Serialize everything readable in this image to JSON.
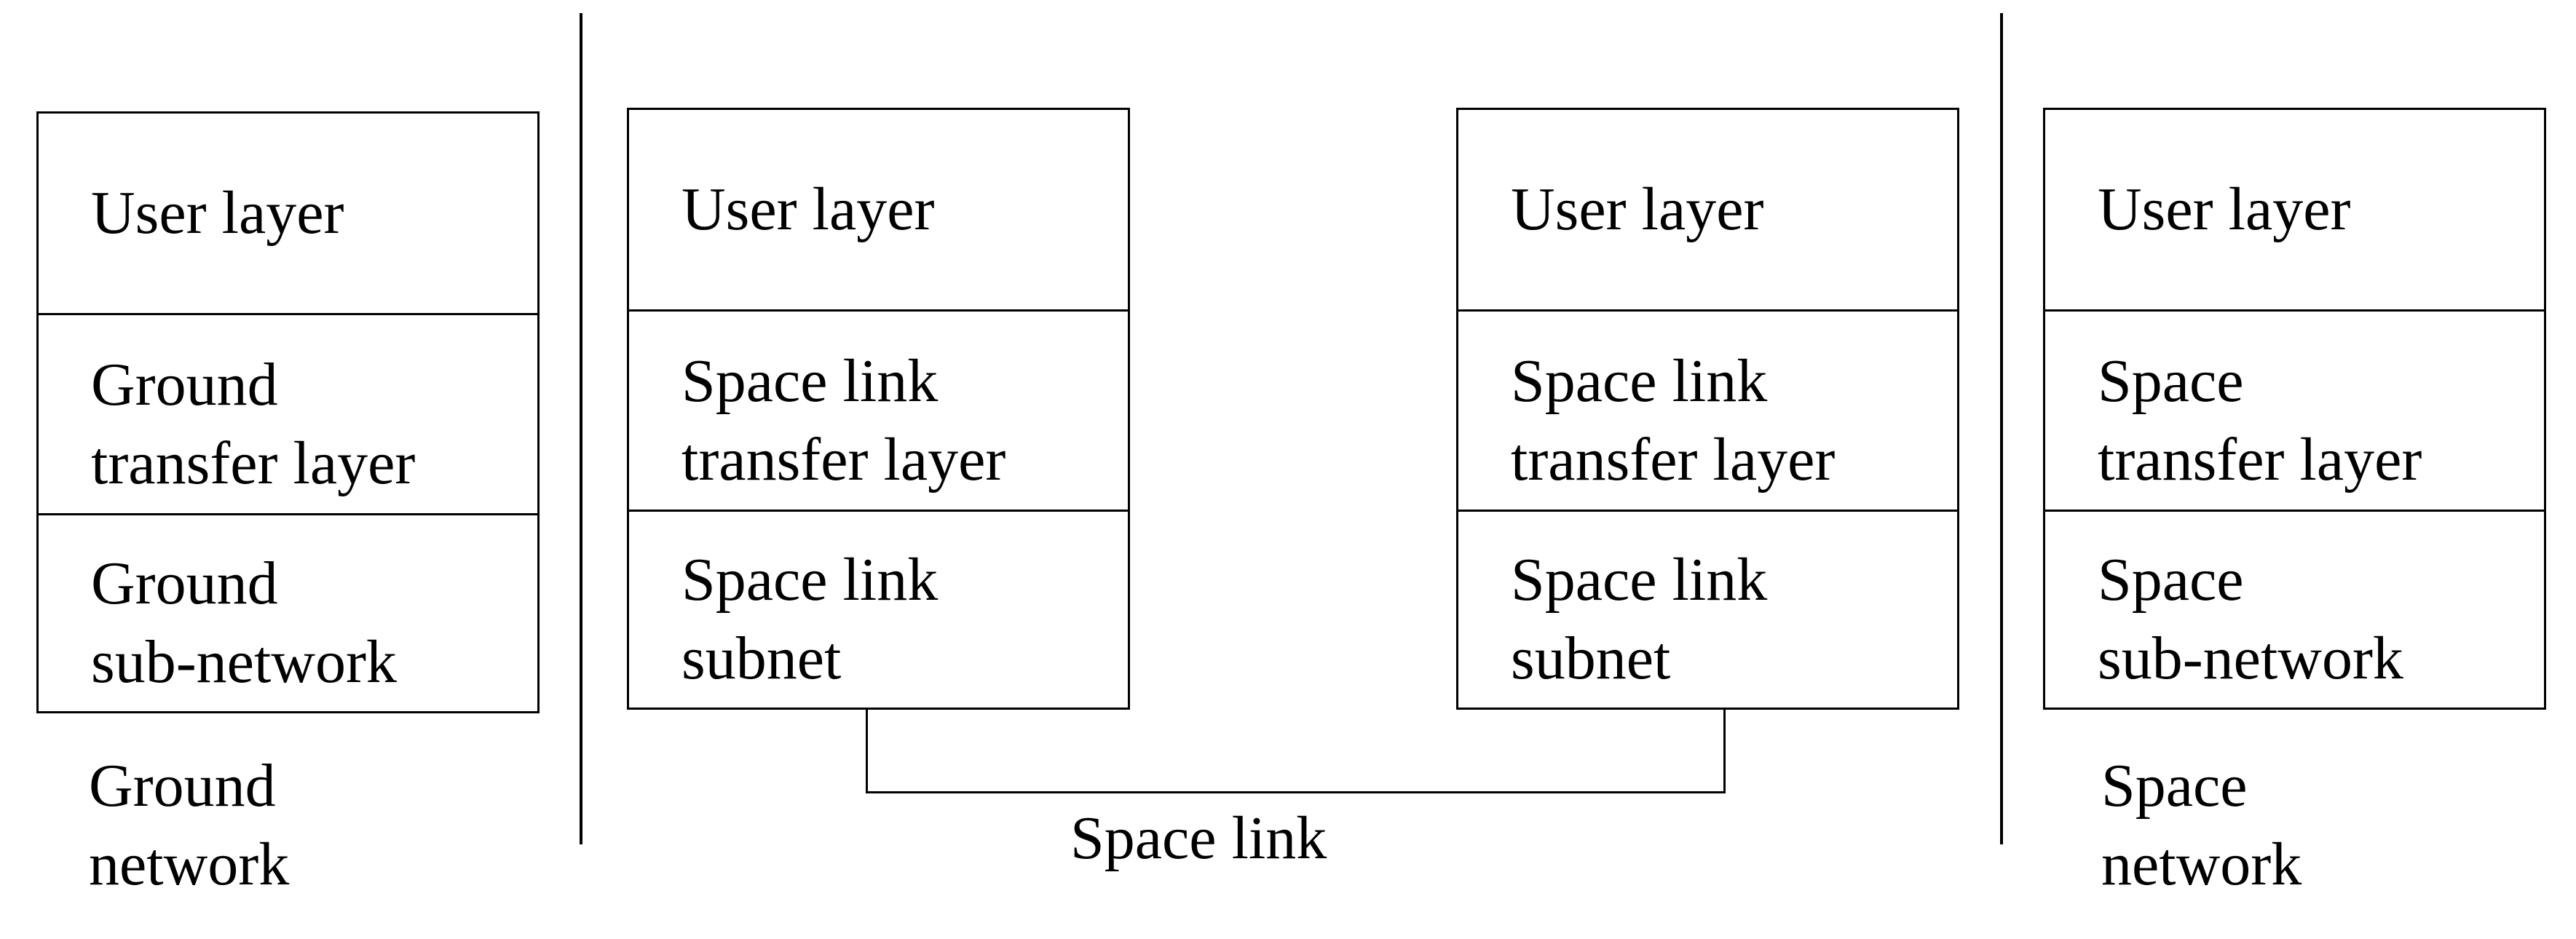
{
  "stacks": [
    {
      "layers": [
        {
          "line1": "User layer",
          "line2": ""
        },
        {
          "line1": "Ground",
          "line2": "transfer layer"
        },
        {
          "line1": "Ground",
          "line2": "sub-network"
        }
      ],
      "caption": {
        "line1": "Ground",
        "line2": "network"
      }
    },
    {
      "layers": [
        {
          "line1": "User layer",
          "line2": ""
        },
        {
          "line1": "Space link",
          "line2": "transfer layer"
        },
        {
          "line1": "Space link",
          "line2": "subnet"
        }
      ]
    },
    {
      "layers": [
        {
          "line1": "User layer",
          "line2": ""
        },
        {
          "line1": "Space link",
          "line2": "transfer layer"
        },
        {
          "line1": "Space link",
          "line2": "subnet"
        }
      ]
    },
    {
      "layers": [
        {
          "line1": "User layer",
          "line2": ""
        },
        {
          "line1": "Space",
          "line2": "transfer layer"
        },
        {
          "line1": "Space",
          "line2": "sub-network"
        }
      ],
      "caption": {
        "line1": "Space",
        "line2": "network"
      }
    }
  ],
  "link_label": "Space link"
}
